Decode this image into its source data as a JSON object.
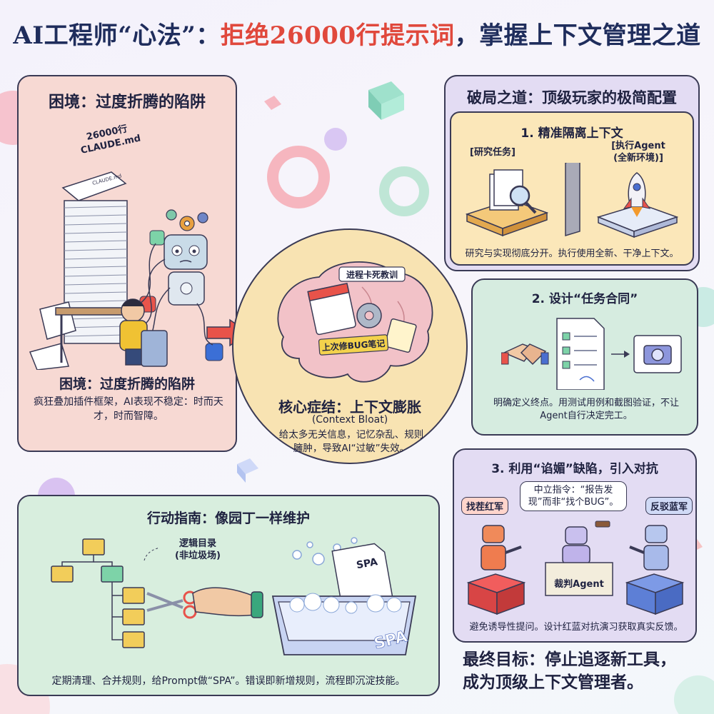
{
  "header": {
    "title_part1": "AI工程师“心法”：",
    "title_highlight": "拒绝26000行提示词",
    "title_part2": "，掌握上下文管理之道"
  },
  "dilemma": {
    "heading": "困境：过度折腾的陷阱",
    "doc_label_line1": "26000行",
    "doc_label_line2": "CLAUDE.md",
    "doc_small_label": "CLAUDE.md",
    "sub_heading": "困境：过度折腾的陷阱",
    "description": "疯狂叠加插件框架，AI表现不稳定：时而天才，时而智障。"
  },
  "core": {
    "note_top": "进程卡死教训",
    "note_bottom": "上次修BUG笔记",
    "heading": "核心症结：上下文膨胀",
    "subheading": "(Context Bloat)",
    "description": "给太多无关信息，记忆杂乱、规则臃肿，导致AI“过敏”失效。"
  },
  "breakthrough": {
    "heading": "破局之道：顶级玩家的极简配置",
    "isolate": {
      "heading": "1. 精准隔离上下文",
      "label_research": "[研究任务]",
      "label_exec_line1": "[执行Agent",
      "label_exec_line2": "(全新环境)]",
      "description": "研究与实现彻底分开。执行使用全新、干净上下文。"
    },
    "contract": {
      "heading": "2. 设计“任务合同”",
      "description": "明确定义终点。用测试用例和截图验证，不让Agent自行决定完工。"
    },
    "adversarial": {
      "heading": "3. 利用“谄媚”缺陷，引入对抗",
      "neutral_instruction": "中立指令：“报告发现”而非“找个BUG”。",
      "red_label": "找茬红军",
      "blue_label": "反驳蓝军",
      "judge_label": "裁判Agent",
      "description": "避免诱导性提问。设计红蓝对抗演习获取真实反馈。"
    }
  },
  "guide": {
    "heading": "行动指南：像园丁一样维护",
    "logic_label_line1": "逻辑目录",
    "logic_label_line2": "(非垃圾场)",
    "spa_tag": "SPA",
    "spa_tub": "SPA",
    "description": "定期清理、合并规则，给Prompt做“SPA”。错误即新增规则，流程即沉淀技能。"
  },
  "final_goal": {
    "line1": "最终目标：停止追逐新工具，",
    "line2": "成为顶级上下文管理者。"
  },
  "colors": {
    "title": "#1f2d5c",
    "highlight": "#e0483c",
    "dilemma_bg": "#f7d9d3",
    "core_bg": "#f8e3b2",
    "break_bg": "#e3dcf3",
    "isolate_bg": "#fbe7b9",
    "contract_bg": "#d6ece0",
    "guide_bg": "#d8eede",
    "arrow": "#e8534a"
  }
}
